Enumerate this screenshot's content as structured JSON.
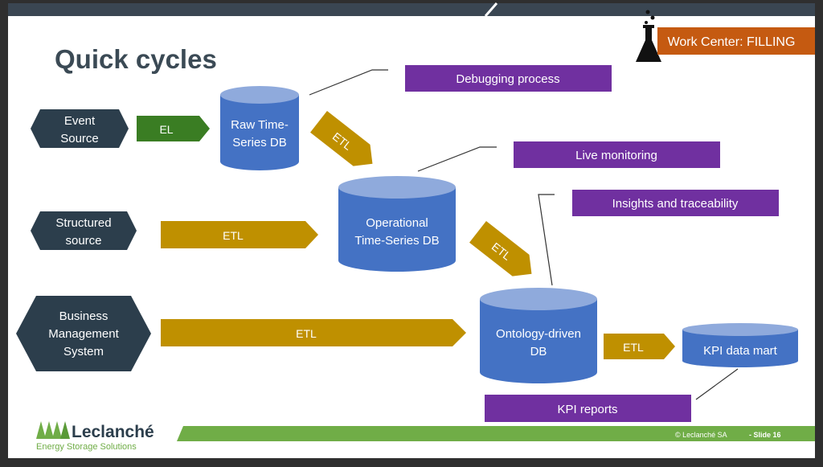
{
  "slide": {
    "title": "Quick cycles",
    "badge": "Work Center: FILLING",
    "footer_copyright": "© Leclanché SA",
    "footer_slide": "-  Slide 16",
    "logo_name": "Leclanché",
    "logo_tagline": "Energy Storage Solutions"
  },
  "sources": {
    "event": [
      "Event",
      "Source"
    ],
    "structured": [
      "Structured",
      "source"
    ],
    "bms": [
      "Business",
      "Management",
      "System"
    ]
  },
  "databases": {
    "raw": [
      "Raw Time-",
      "Series DB"
    ],
    "operational": [
      "Operational",
      "Time-Series DB"
    ],
    "ontology": [
      "Ontology-driven",
      "DB"
    ],
    "kpi_mart": "KPI data mart"
  },
  "arrows": {
    "el": "EL",
    "etl_raw_to_op": "ETL",
    "etl_structured": "ETL",
    "etl_op_to_onto": "ETL",
    "etl_bms": "ETL",
    "etl_onto_to_kpi": "ETL"
  },
  "callouts": {
    "debugging": "Debugging process",
    "live": "Live monitoring",
    "insights": "Insights and traceability",
    "kpi_reports": "KPI reports"
  },
  "colors": {
    "hexagon": "#2c3e4c",
    "db_body": "#4472c4",
    "db_top": "#8faadc",
    "el_arrow": "#3a7d23",
    "etl_arrow": "#bf9000",
    "callout": "#7030a0",
    "badge": "#c55a11",
    "footer_bar": "#70ad47"
  }
}
